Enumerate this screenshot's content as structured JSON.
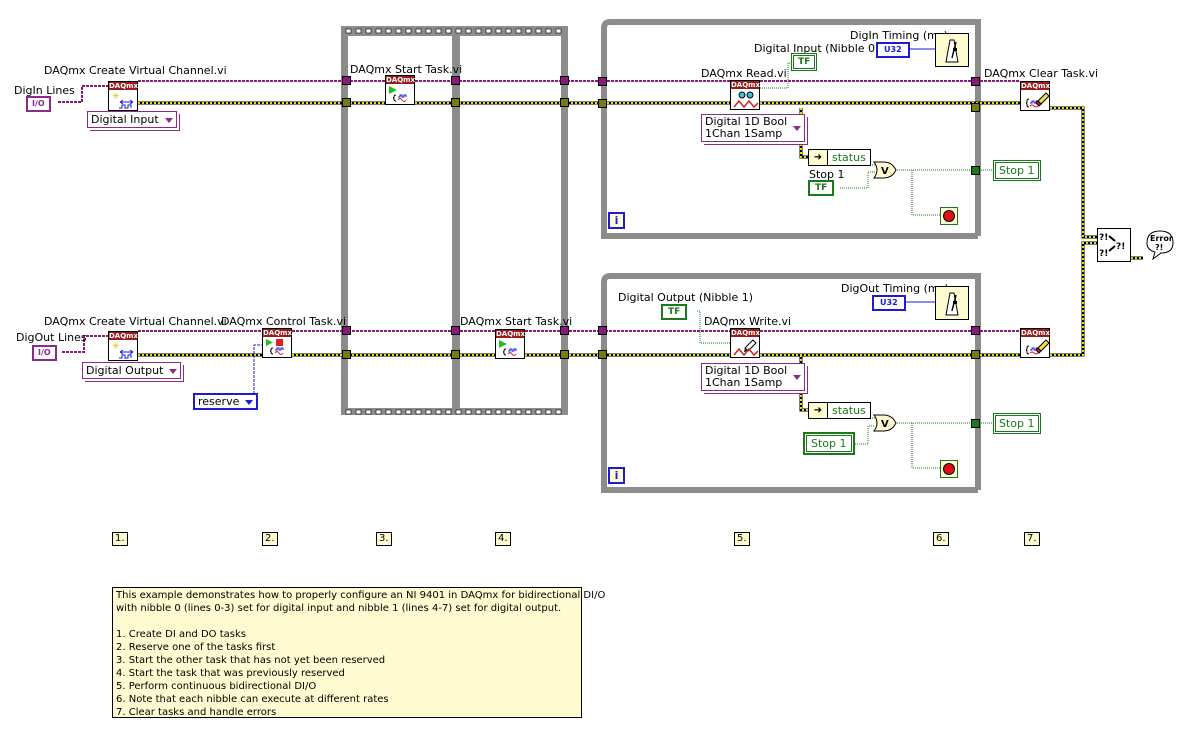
{
  "diagram": {
    "top_row": {
      "create_channel_label": "DAQmx Create Virtual Channel.vi",
      "lines_label": "DigIn Lines",
      "lines_control": "I/O",
      "channel_type": "Digital Input",
      "start_task_label": "DAQmx Start Task.vi",
      "read_label": "DAQmx Read.vi",
      "read_mode_line1": "Digital 1D Bool",
      "read_mode_line2": "1Chan 1Samp",
      "indicator_label": "Digital Input (Nibble 0)",
      "indicator_glyph": "TF",
      "timing_label": "DigIn Timing (ms)",
      "timing_type": "U32",
      "clear_task_label": "DAQmx Clear Task.vi",
      "status_label": "status",
      "stop_label": "Stop 1",
      "stop_control_glyph": "TF",
      "stop_indicator": "Stop 1",
      "iteration_glyph": "i",
      "or_glyph": "V"
    },
    "bottom_row": {
      "create_channel_label": "DAQmx Create Virtual Channel.vi",
      "lines_label": "DigOut Lines",
      "lines_control": "I/O",
      "channel_type": "Digital Output",
      "control_task_label": "DAQmx Control Task.vi",
      "control_action": "reserve",
      "start_task_label": "DAQmx Start Task.vi",
      "write_label": "DAQmx Write.vi",
      "write_mode_line1": "Digital 1D Bool",
      "write_mode_line2": "1Chan 1Samp",
      "control_label": "Digital Output (Nibble 1)",
      "control_glyph": "TF",
      "timing_label": "DigOut Timing (ms)",
      "timing_type": "U32",
      "status_label": "status",
      "stop_control": "Stop 1",
      "stop_indicator": "Stop 1",
      "iteration_glyph": "i",
      "or_glyph": "V"
    },
    "vi_header": "DAQmx",
    "error_handler_glyph": "Error ?!",
    "merge_errors_glyph": "?!",
    "steps": [
      "1.",
      "2.",
      "3.",
      "4.",
      "5.",
      "6.",
      "7."
    ],
    "comment": {
      "lines": [
        "This example demonstrates how to properly configure an NI 9401 in DAQmx for bidirectional DI/O",
        "with nibble 0 (lines 0-3) set for digital input and nibble 1 (lines 4-7) set for digital output.",
        "",
        "1. Create DI and DO tasks",
        "2. Reserve one of the tasks first",
        "3. Start the other task that has not yet been reserved",
        "4. Start the task that was previously reserved",
        "5. Perform continuous bidirectional DI/O",
        "6. Note that each nibble can execute at different rates",
        "7. Clear tasks and handle errors"
      ]
    },
    "colors": {
      "task_wire": "#8a1a7a",
      "error_wire": "#c8c800",
      "bool_wire": "#1a7a1a",
      "numeric_wire": "#1a1ad8",
      "structure": "#8c8c8c",
      "vi_header": "#9a1b1b",
      "comment_bg": "#fffbd0"
    }
  }
}
